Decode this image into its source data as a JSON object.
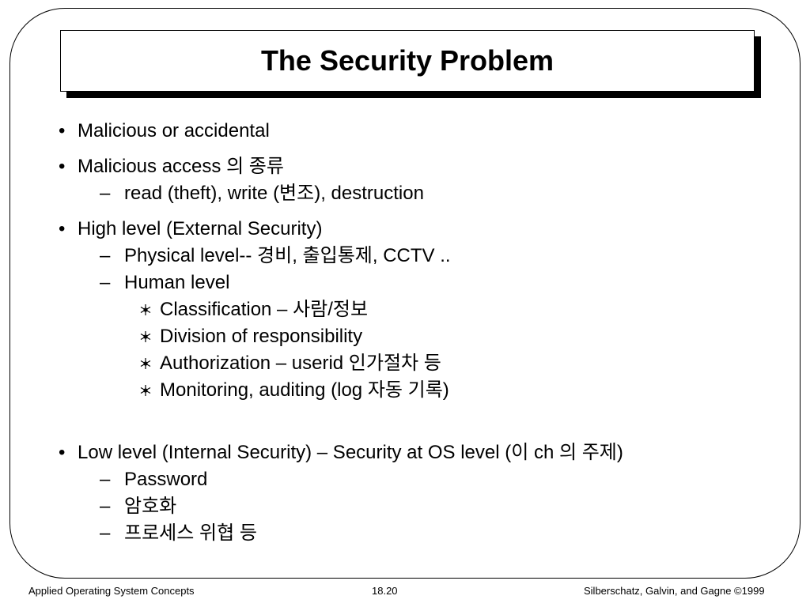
{
  "slide": {
    "title": "The Security Problem",
    "items": [
      "Malicious or accidental",
      "Malicious access 의 종류",
      "read (theft),  write (변조),  destruction",
      "High level (External Security)",
      "Physical level-- 경비, 출입통제, CCTV  ..",
      "Human level",
      "Classification  – 사람/정보",
      "Division of responsibility",
      "Authorization – userid 인가절차 등",
      "Monitoring, auditing (log 자동 기록)",
      "Low level (Internal Security) – Security at OS level (이 ch 의 주제)",
      "Password",
      "암호화",
      "프로세스 위협 등"
    ],
    "bullet": "•",
    "dash": "–"
  },
  "footer": {
    "left": "Applied Operating System Concepts",
    "center": "18.20",
    "right": "Silberschatz, Galvin, and Gagne ©1999"
  },
  "icons": {
    "sub_bullet": "snowflake-icon"
  }
}
